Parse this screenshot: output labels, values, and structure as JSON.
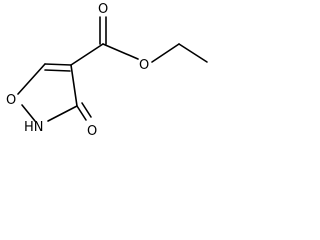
{
  "molecule": {
    "labels": {
      "ring_oxygen": "O",
      "ring_nh": "HN",
      "carbonyl_oxygen_ring": "O",
      "ester_carbonyl_oxygen": "O",
      "ester_oxygen": "O"
    }
  }
}
